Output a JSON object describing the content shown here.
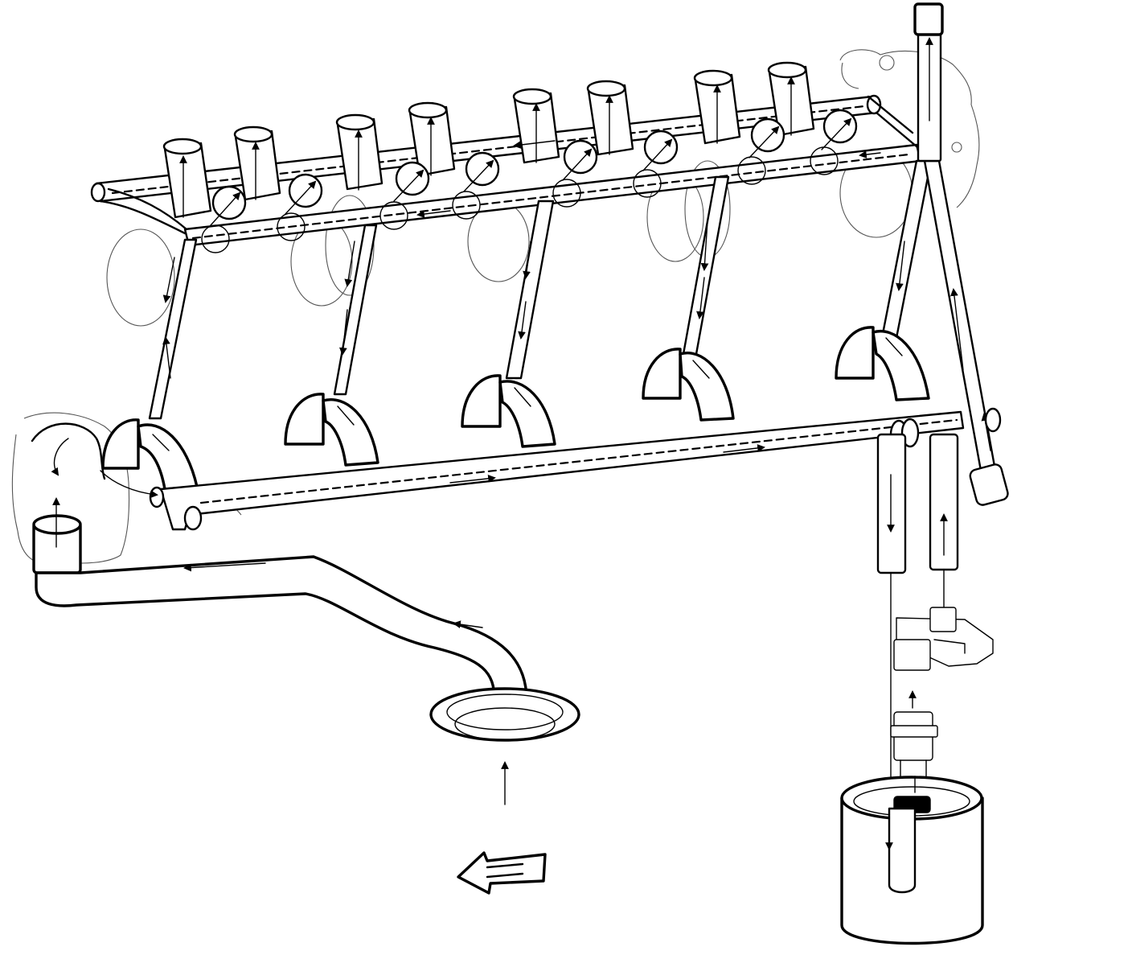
{
  "diagram": {
    "type": "engine-oil-flow-schematic",
    "colors": {
      "ink": "#000000",
      "paper": "#ffffff",
      "faint": "#555555"
    },
    "components": [
      "left-lifter-gallery",
      "right-lifter-gallery",
      "main-oil-gallery",
      "crankshaft-main-bearing-1",
      "crankshaft-main-bearing-2",
      "crankshaft-main-bearing-3",
      "crankshaft-main-bearing-4",
      "crankshaft-main-bearing-5",
      "oil-pickup-tube",
      "oil-pickup-screen",
      "oil-pump",
      "oil-filter",
      "oil-pressure-sender",
      "oil-filter-adapter",
      "front-direction-arrow"
    ],
    "front_arrow_direction": "left"
  }
}
